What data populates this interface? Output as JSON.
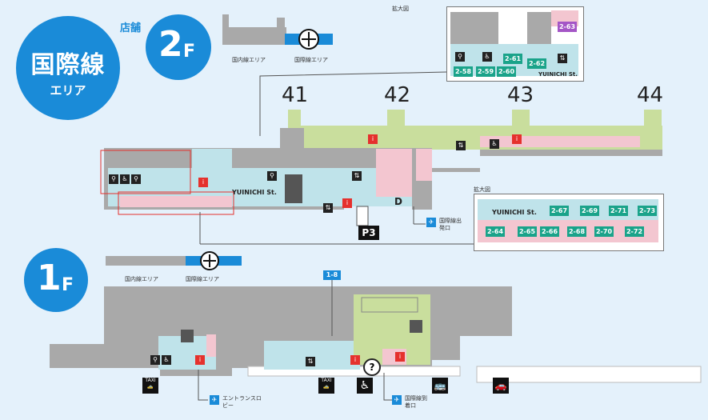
{
  "header": {
    "area_title": "国際線",
    "area_sub": "エリア",
    "store_label": "店舗",
    "floor2_number": "2",
    "floor2_suffix": "F",
    "floor1_number": "1",
    "floor1_suffix": "F"
  },
  "overview": {
    "domestic_label": "国内線エリア",
    "international_label": "国際線エリア"
  },
  "gates": [
    "41",
    "42",
    "43",
    "44"
  ],
  "zoom_label": "拡大図",
  "zoom_top": {
    "shops": [
      "2-58",
      "2-59",
      "2-60",
      "2-61",
      "2-62"
    ],
    "shop_purple": "2-63",
    "street": "YUINICHI St."
  },
  "zoom_bottom": {
    "street": "YUINICHI St.",
    "shops_top": [
      "2-67",
      "2-69",
      "2-71",
      "2-73"
    ],
    "shops_bottom": [
      "2-64",
      "2-65",
      "2-66",
      "2-68",
      "2-70",
      "2-72"
    ]
  },
  "map2f": {
    "street": "YUINICHI St.",
    "door_label": "D",
    "parking": "P3",
    "departure_label": "国際線出発口"
  },
  "map1f": {
    "gate_tag": "1-8",
    "taxi": "TAXI",
    "entrance_label": "エントランスロビー",
    "arrival_label": "国際線到着口"
  },
  "colors": {
    "accent": "#1a8bd8",
    "shop_green": "#1aa38a",
    "shop_purple": "#a456c6",
    "light_blue": "#bfe3ea",
    "pink": "#f3c6d0",
    "green_area": "#c9de9d",
    "gray": "#a9a9a9"
  }
}
